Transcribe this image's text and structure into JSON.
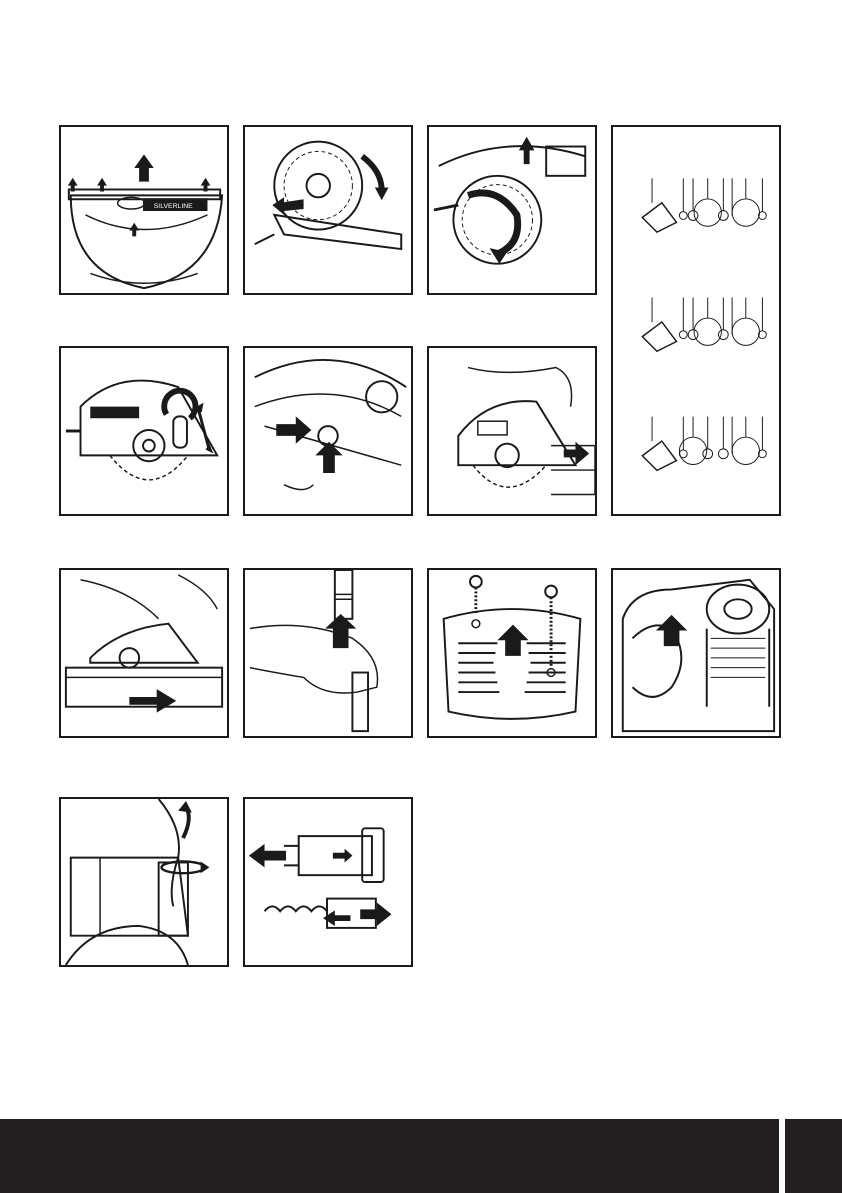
{
  "page": {
    "background": "#ffffff",
    "ink": "#1a1a1a",
    "footer_color": "#231f20"
  },
  "figures": [
    {
      "id": "fig-1",
      "icon": "blade-guard-removal-illustration",
      "arrows": 4
    },
    {
      "id": "fig-2",
      "icon": "blade-rotation-illustration",
      "arrows": 2
    },
    {
      "id": "fig-3",
      "icon": "blade-lock-illustration",
      "arrows": 2
    },
    {
      "id": "fig-4",
      "icon": "blade-assembly-exploded-view",
      "configurations": 3
    },
    {
      "id": "fig-5",
      "icon": "depth-adjust-illustration",
      "arrows": 2
    },
    {
      "id": "fig-6",
      "icon": "switch-operation-illustration",
      "arrows": 2
    },
    {
      "id": "fig-7",
      "icon": "cut-forward-illustration",
      "arrows": 1
    },
    {
      "id": "fig-8",
      "icon": "chase-cutting-illustration",
      "arrows": 1
    },
    {
      "id": "fig-9",
      "icon": "chisel-tool-illustration",
      "arrows": 1
    },
    {
      "id": "fig-10",
      "icon": "cover-screws-illustration",
      "arrows": 1
    },
    {
      "id": "fig-11",
      "icon": "motor-housing-illustration",
      "arrows": 1
    },
    {
      "id": "fig-12",
      "icon": "brush-cap-illustration",
      "arrows": 2
    },
    {
      "id": "fig-13",
      "icon": "carbon-brush-replacement-illustration",
      "arrows": 3
    }
  ]
}
